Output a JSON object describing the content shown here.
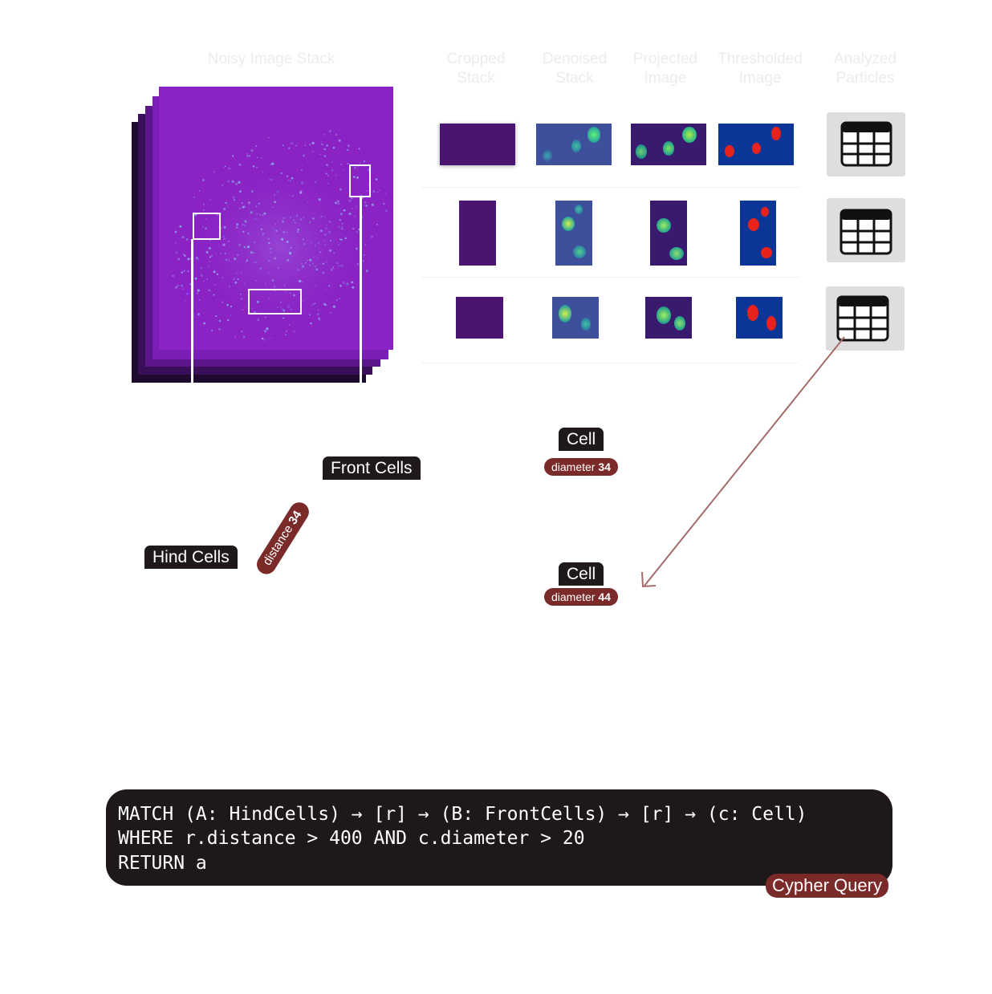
{
  "headers": {
    "noisy": "Noisy Image Stack",
    "cropped": "Cropped Stack",
    "denoised": "Denoised Stack",
    "projected": "Projected Image",
    "thresholded": "Thresholded Image",
    "analyzed": "Analyzed Particles"
  },
  "nodes": {
    "front": "Front Cells",
    "hind": "Hind Cells",
    "cell_top": "Cell",
    "cell_bottom": "Cell"
  },
  "props": {
    "diameter_top_key": "diameter",
    "diameter_top_val": "34",
    "diameter_bottom_key": "diameter",
    "diameter_bottom_val": "44",
    "distance_key": "distance",
    "distance_val": "34"
  },
  "query": {
    "line1": "MATCH (A: HindCells) → [r] → (B: FrontCells) → [r] → (c: Cell)",
    "line2": "WHERE r.distance > 400 AND c.diameter > 20",
    "line3": "RETURN a",
    "tag": "Cypher Query"
  },
  "colors": {
    "stack_front": "#8a22c4",
    "dark_node": "#1f1919",
    "accent": "#7b2a2a",
    "arrow": "#a36a6a",
    "threshold_bg": "#0b3596",
    "threshold_blob": "#e8221c"
  },
  "icons": [
    "table-icon",
    "table-icon",
    "table-icon"
  ]
}
